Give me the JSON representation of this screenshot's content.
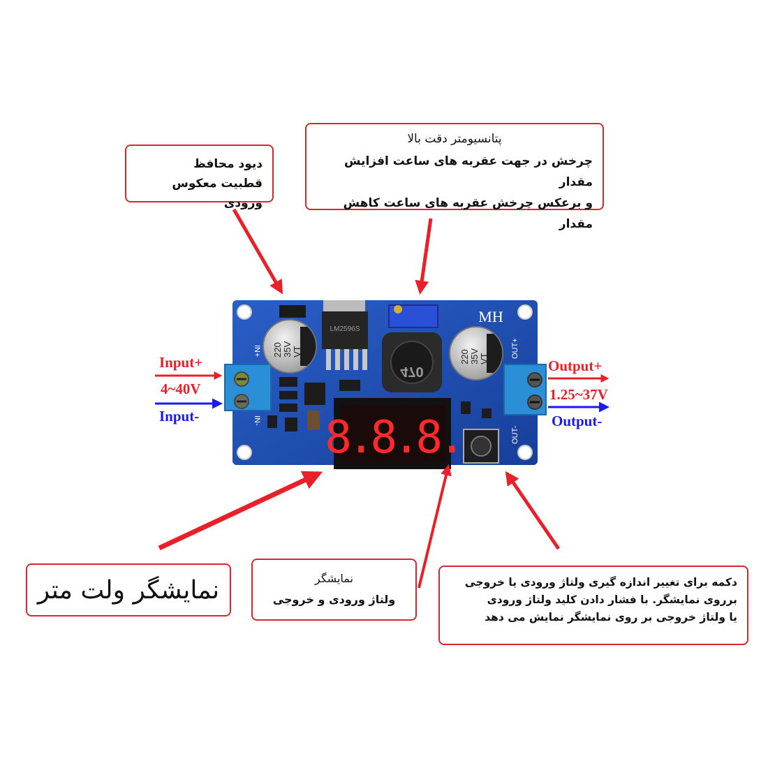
{
  "callouts": {
    "diode": {
      "line1": "دیود محافظ",
      "line2": "قطبیت معکوس ورودی"
    },
    "potentiometer": {
      "title": "پتانسیومتر دقت بالا",
      "line1": "چرخش در جهت عقربه های ساعت افزایش مقدار",
      "line2": "و برعکس چرخش عقربه های ساعت کاهش مقدار"
    },
    "voltmeter": {
      "label": "نمایشگر ولت متر"
    },
    "display": {
      "title": "نمایشگر",
      "line1": "ولتاژ ورودی و خروجی"
    },
    "button": {
      "line1": "دکمه برای تغییر اندازه گیری ولتاژ ورودی یا خروجی",
      "line2": "برروی نمایشگر. با فشار دادن کلید ولتاژ ورودی",
      "line3": "یا ولتاژ خروجی بر روی نمایشگر نمایش می دهد"
    }
  },
  "io": {
    "input_plus": "Input+",
    "input_range": "4~40V",
    "input_minus": "Input-",
    "output_plus": "Output+",
    "output_range": "1.25~37V",
    "output_minus": "Output-"
  },
  "board": {
    "brand": "MH",
    "in_plus": "IN+",
    "in_minus": "IN-",
    "out_plus": "OUT+",
    "out_minus": "OUT-",
    "cap_left": [
      "220",
      "35V",
      "VT"
    ],
    "cap_right": [
      "220",
      "35V",
      "VT"
    ],
    "inductor": "470",
    "chip": "LM2596S",
    "display_digits": "8.8.8."
  },
  "colors": {
    "accent_red": "#e8202a",
    "accent_blue": "#1a1aee",
    "pcb_blue": "#1f4fb4",
    "led_red": "#ff2a2a"
  }
}
